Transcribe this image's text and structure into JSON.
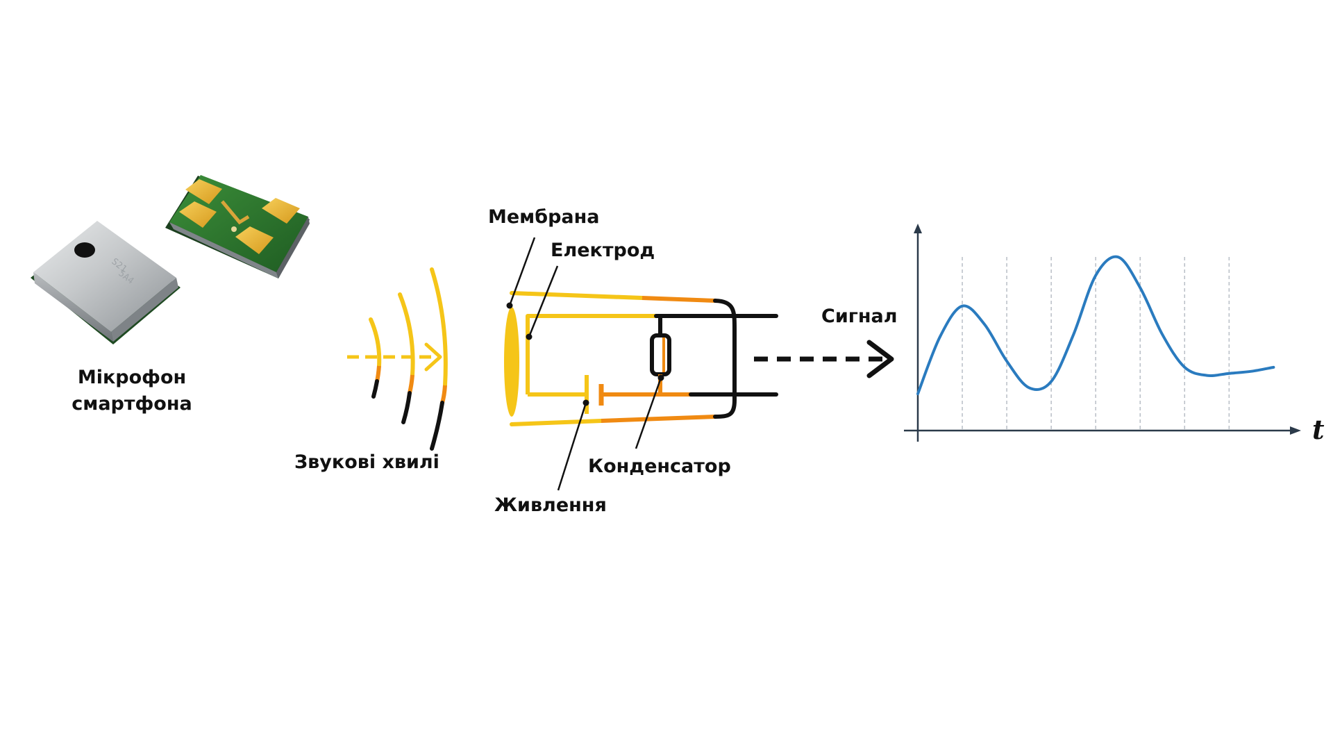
{
  "labels": {
    "microphone_line1": "Мікрофон",
    "microphone_line2": "смартфона",
    "sound_waves": "Звукові хвилі",
    "membrane": "Мембрана",
    "electrode": "Електрод",
    "capacitor": "Конденсатор",
    "power": "Живлення",
    "signal": "Сигнал",
    "time_axis": "t"
  },
  "colors": {
    "yellow": "#f5c518",
    "orange": "#f08a12",
    "black": "#111111",
    "signal_line": "#2a7bbf",
    "axis": "#2b3a4a",
    "grid": "#b8bec6"
  },
  "chart_data": {
    "type": "line",
    "x": [
      0,
      0.5,
      1,
      1.5,
      2,
      2.5,
      3,
      3.5,
      4,
      4.5,
      5,
      5.5,
      6,
      6.5,
      7,
      7.5,
      8
    ],
    "series": [
      {
        "values": [
          0.18,
          0.46,
          0.61,
          0.52,
          0.34,
          0.21,
          0.24,
          0.47,
          0.76,
          0.85,
          0.7,
          0.47,
          0.31,
          0.27,
          0.28,
          0.29,
          0.31
        ]
      }
    ],
    "xlim": [
      0,
      8.4
    ],
    "ylim": [
      0,
      1
    ],
    "grid_x_lines": [
      1,
      2,
      3,
      4,
      5,
      6,
      7
    ],
    "xlabel": "t",
    "ylabel": "",
    "title": ""
  }
}
